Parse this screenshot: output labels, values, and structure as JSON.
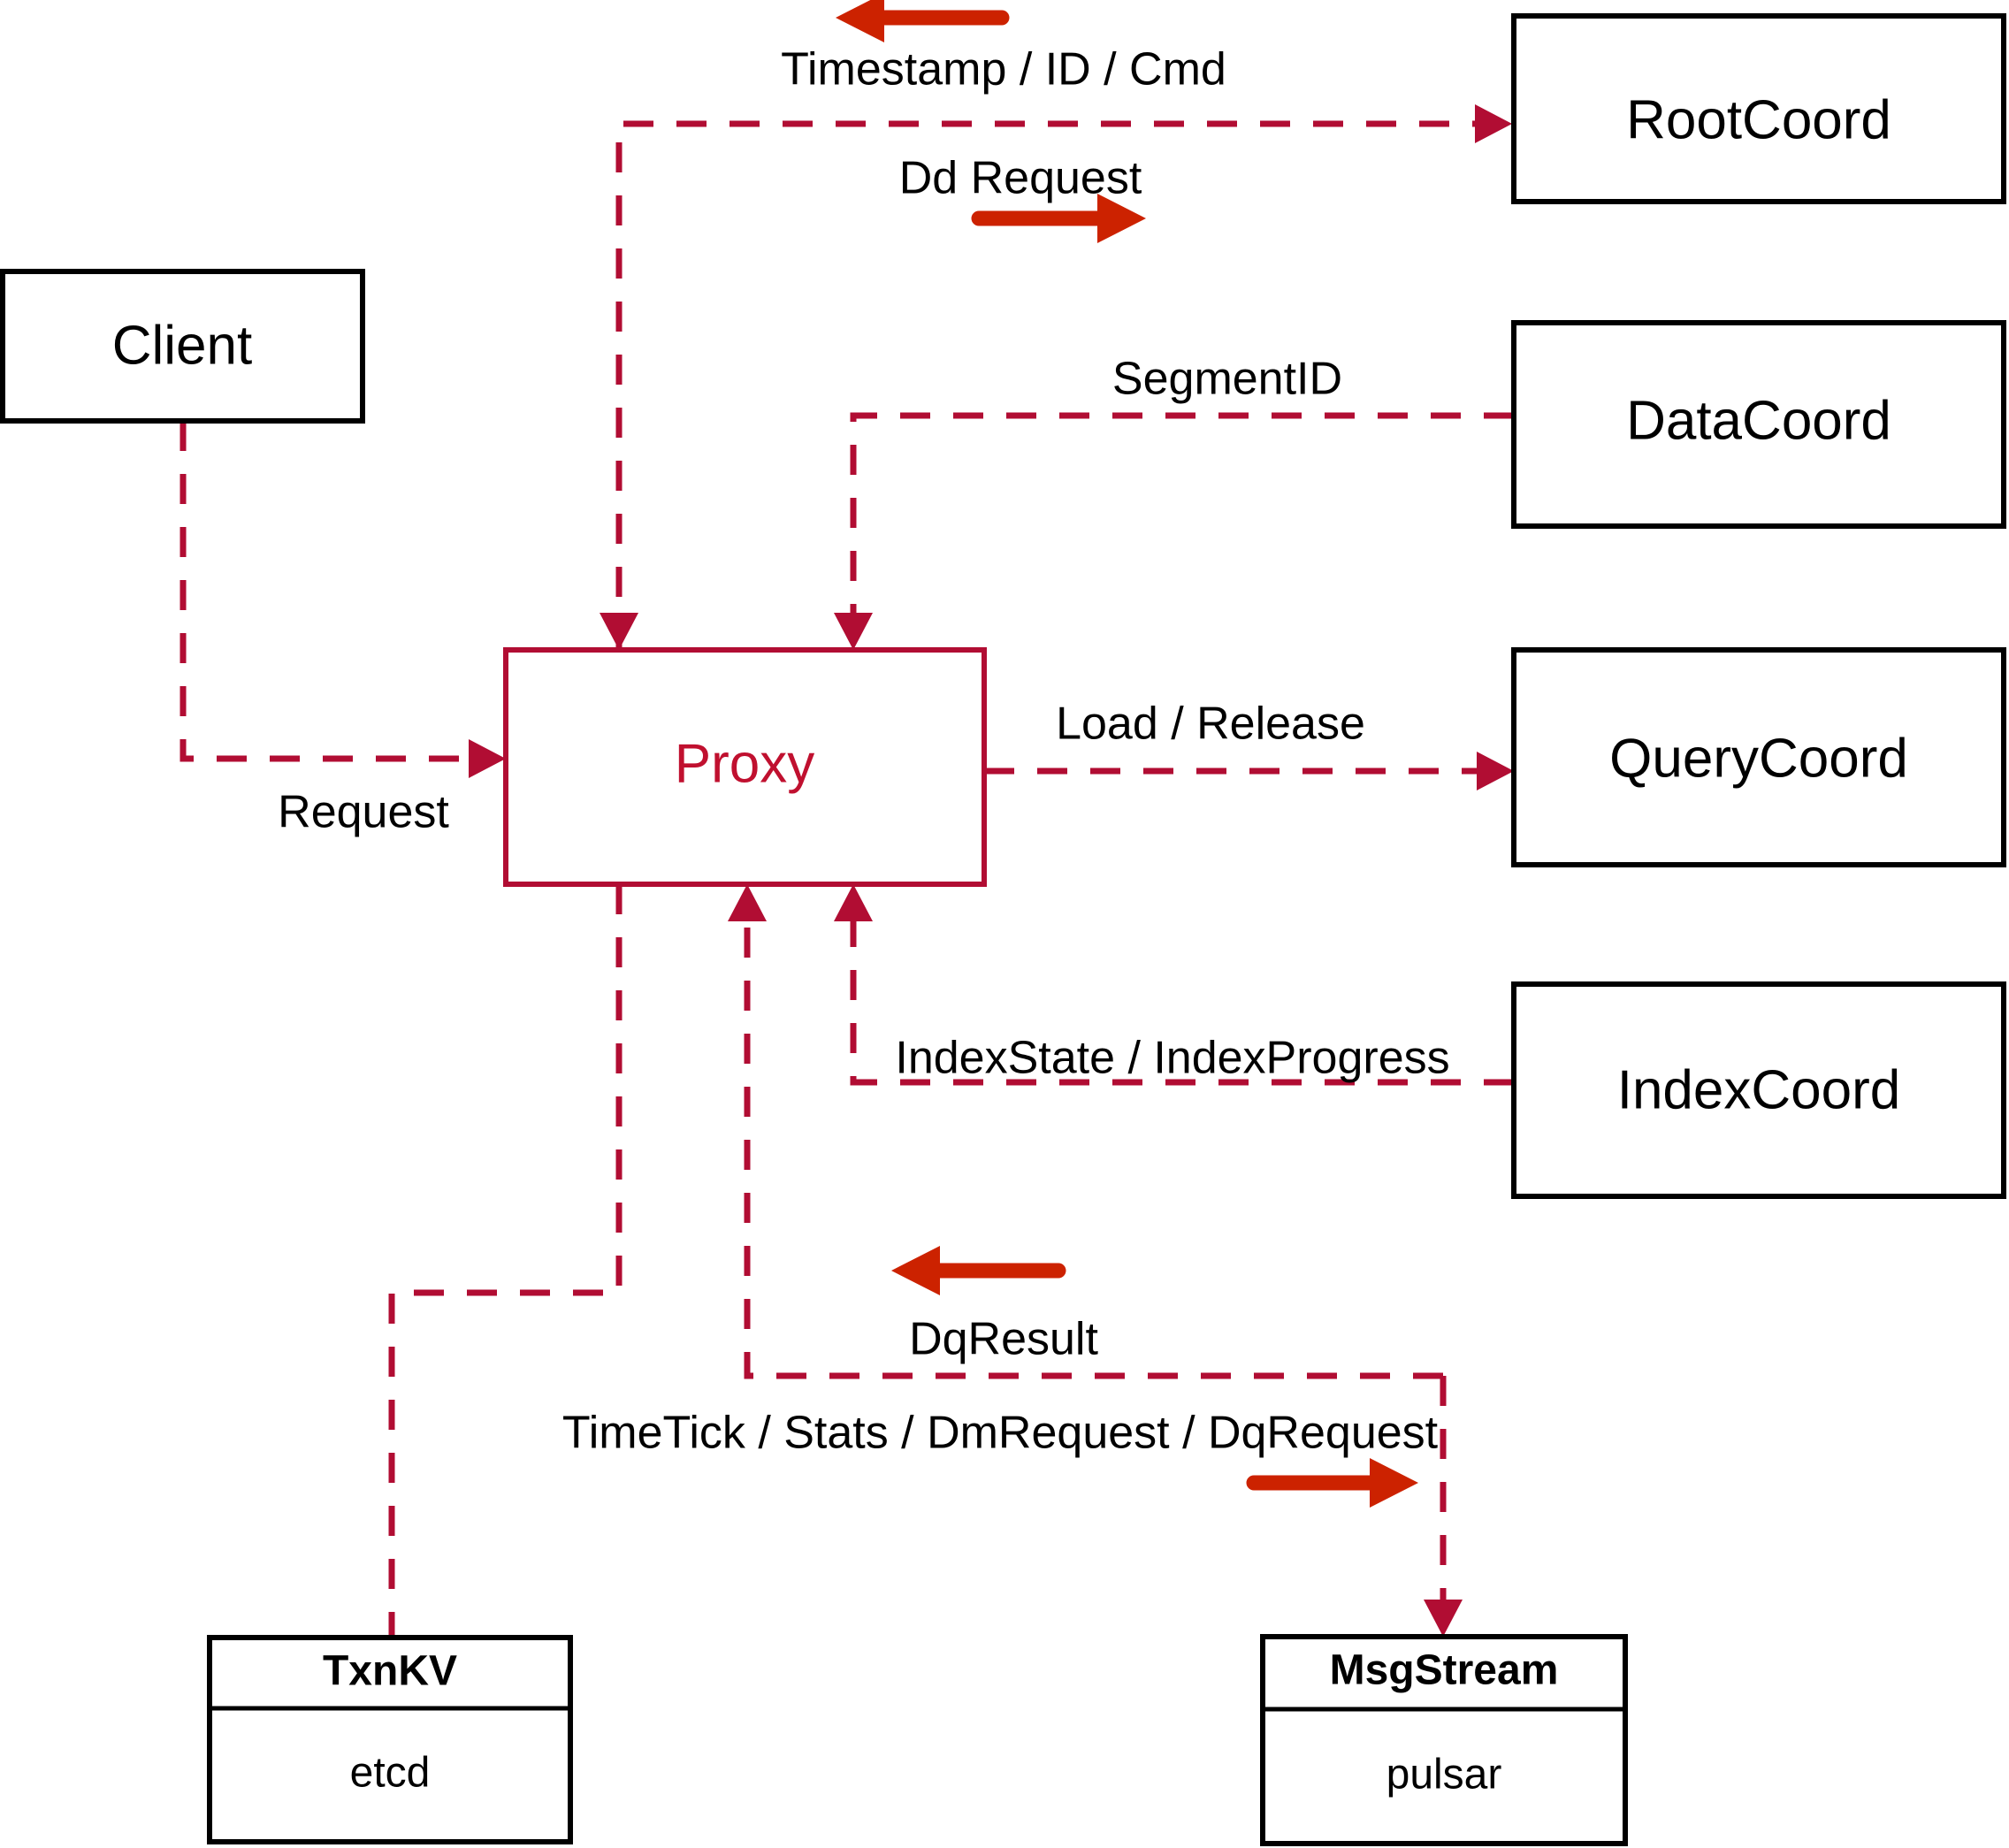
{
  "diagram": {
    "title": "Milvus Proxy interaction diagram",
    "colors": {
      "flow_line": "#B10D33",
      "direction_arrow": "#CC2200",
      "node_border": "#000000",
      "proxy_border": "#C0102F",
      "background": "#FFFFFF"
    }
  },
  "nodes": {
    "client": {
      "label": "Client"
    },
    "proxy": {
      "label": "Proxy"
    },
    "root_coord": {
      "label": "RootCoord"
    },
    "data_coord": {
      "label": "DataCoord"
    },
    "query_coord": {
      "label": "QueryCoord"
    },
    "index_coord": {
      "label": "IndexCoord"
    },
    "txnkv": {
      "title": "TxnKV",
      "impl": "etcd"
    },
    "msgstream": {
      "title": "MsgStream",
      "impl": "pulsar"
    }
  },
  "edges": [
    {
      "id": "client-proxy",
      "label": "Request",
      "from": "Client",
      "to": "Proxy"
    },
    {
      "id": "proxy-rootcoord",
      "label": "Dd Request",
      "from": "Proxy",
      "to": "RootCoord"
    },
    {
      "id": "rootcoord-proxy",
      "label": "Timestamp / ID / Cmd",
      "from": "RootCoord",
      "to": "Proxy"
    },
    {
      "id": "datacoord-proxy",
      "label": "SegmentID",
      "from": "DataCoord",
      "to": "Proxy"
    },
    {
      "id": "proxy-querycoord",
      "label": "Load / Release",
      "from": "Proxy",
      "to": "QueryCoord"
    },
    {
      "id": "indexcoord-proxy",
      "label": "IndexState / IndexProgress",
      "from": "IndexCoord",
      "to": "Proxy"
    },
    {
      "id": "msgstream-proxy",
      "label": "DqResult",
      "from": "MsgStream",
      "to": "Proxy"
    },
    {
      "id": "proxy-msgstream",
      "label": "TimeTick / Stats / DmRequest / DqRequest",
      "from": "Proxy",
      "to": "MsgStream"
    },
    {
      "id": "proxy-txnkv",
      "label": "",
      "from": "Proxy",
      "to": "TxnKV"
    }
  ]
}
